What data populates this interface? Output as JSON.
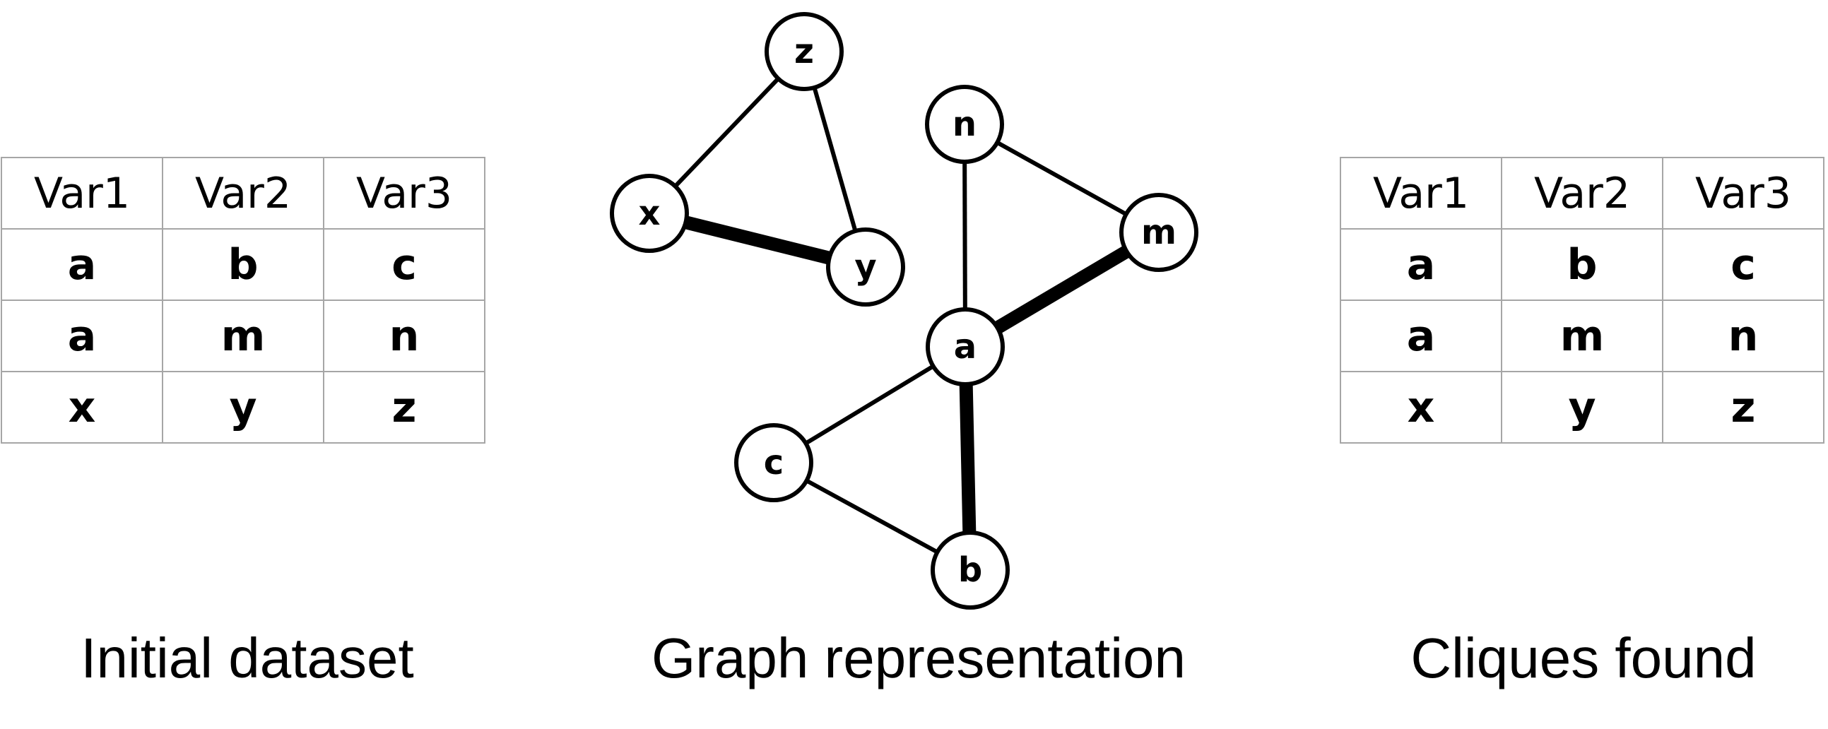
{
  "initial_dataset": {
    "caption": "Initial dataset",
    "headers": [
      "Var1",
      "Var2",
      "Var3"
    ],
    "rows": [
      [
        "a",
        "b",
        "c"
      ],
      [
        "a",
        "m",
        "n"
      ],
      [
        "x",
        "y",
        "z"
      ]
    ]
  },
  "graph": {
    "caption": "Graph representation",
    "nodes": [
      {
        "id": "z",
        "label": "z"
      },
      {
        "id": "x",
        "label": "x"
      },
      {
        "id": "y",
        "label": "y"
      },
      {
        "id": "n",
        "label": "n"
      },
      {
        "id": "m",
        "label": "m"
      },
      {
        "id": "a",
        "label": "a"
      },
      {
        "id": "c",
        "label": "c"
      },
      {
        "id": "b",
        "label": "b"
      }
    ],
    "edges": [
      {
        "from": "z",
        "to": "x",
        "weight": "thin"
      },
      {
        "from": "z",
        "to": "y",
        "weight": "thin"
      },
      {
        "from": "x",
        "to": "y",
        "weight": "thick"
      },
      {
        "from": "n",
        "to": "m",
        "weight": "thin"
      },
      {
        "from": "n",
        "to": "a",
        "weight": "thin"
      },
      {
        "from": "a",
        "to": "m",
        "weight": "thick"
      },
      {
        "from": "a",
        "to": "c",
        "weight": "thin"
      },
      {
        "from": "c",
        "to": "b",
        "weight": "thin"
      },
      {
        "from": "a",
        "to": "b",
        "weight": "thick"
      }
    ]
  },
  "cliques_found": {
    "caption": "Cliques found",
    "headers": [
      "Var1",
      "Var2",
      "Var3"
    ],
    "rows": [
      [
        "a",
        "b",
        "c"
      ],
      [
        "a",
        "m",
        "n"
      ],
      [
        "x",
        "y",
        "z"
      ]
    ]
  }
}
